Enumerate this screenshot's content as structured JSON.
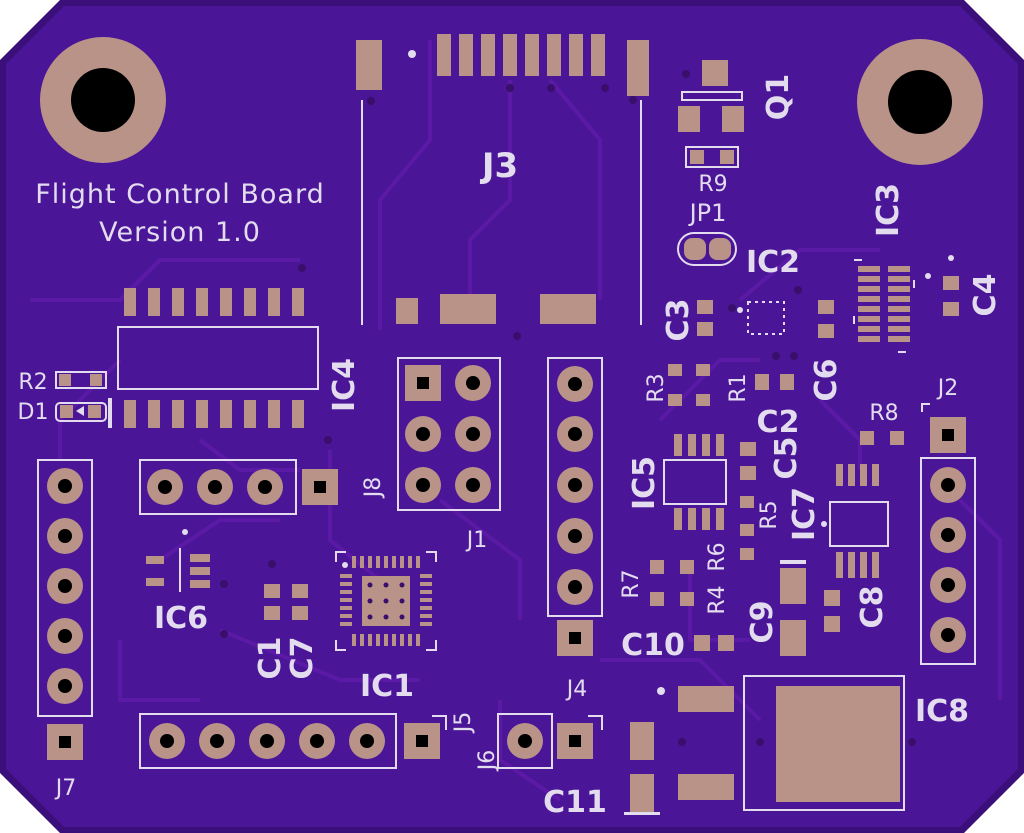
{
  "board": {
    "title_line1": "Flight Control Board",
    "title_line2": "Version 1.0",
    "colors": {
      "substrate": "#4a1597",
      "substrate_edge": "#3b0f7a",
      "trace": "#5b1aa6",
      "silkscreen": "#e3dcef",
      "pad": "#b99288",
      "hole": "#000000"
    }
  },
  "labels": {
    "J3": "J3",
    "Q1": "Q1",
    "R9": "R9",
    "JP1": "JP1",
    "IC2": "IC2",
    "IC3": "IC3",
    "C4": "C4",
    "C3": "C3",
    "C6": "C6",
    "R3": "R3",
    "R1": "R1",
    "C2": "C2",
    "R2": "R2",
    "D1": "D1",
    "IC4": "IC4",
    "J2": "J2",
    "R8": "R8",
    "C5": "C5",
    "IC5": "IC5",
    "R5": "R5",
    "IC7": "IC7",
    "J8": "J8",
    "J1": "J1",
    "R6": "R6",
    "R7": "R7",
    "R4": "R4",
    "C9": "C9",
    "C8": "C8",
    "IC6": "IC6",
    "C1": "C1",
    "C7": "C7",
    "C10": "C10",
    "IC1": "IC1",
    "J4": "J4",
    "J5": "J5",
    "J6": "J6",
    "J7": "J7",
    "IC8": "IC8",
    "C11": "C11"
  }
}
